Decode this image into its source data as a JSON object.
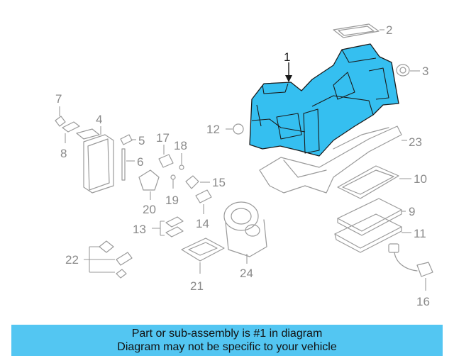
{
  "diagram": {
    "highlight_color": "#35bff0",
    "part_numbers": {
      "p1": "1",
      "p2": "2",
      "p3": "3",
      "p4": "4",
      "p5": "5",
      "p6": "6",
      "p7": "7",
      "p8": "8",
      "p9": "9",
      "p10": "10",
      "p11": "11",
      "p12": "12",
      "p13": "13",
      "p14": "14",
      "p15": "15",
      "p16": "16",
      "p17": "17",
      "p18": "18",
      "p19": "19",
      "p20": "20",
      "p21": "21",
      "p22": "22",
      "p23": "23",
      "p24": "24"
    }
  },
  "banner": {
    "line1": "Part or sub-assembly is #1 in diagram",
    "line2": "Diagram may not be specific to your vehicle",
    "color": "#53c6f2"
  }
}
